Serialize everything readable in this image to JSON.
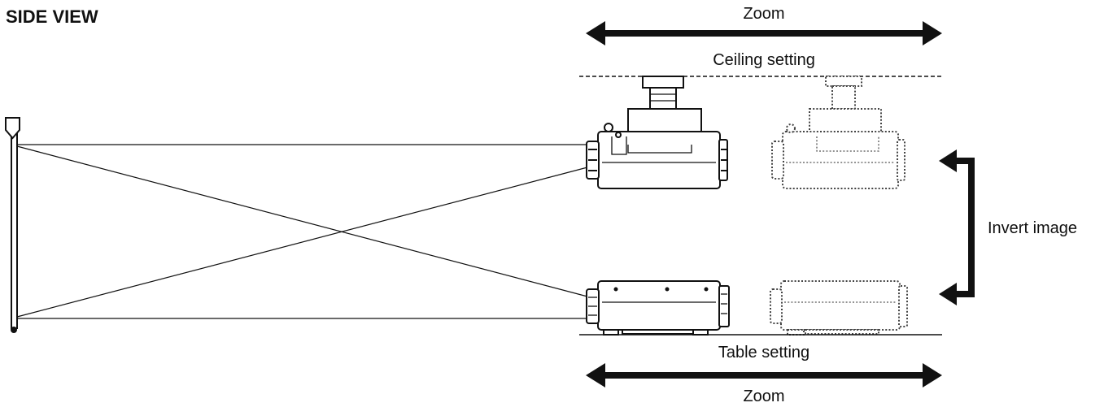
{
  "title": "SIDE VIEW",
  "labels": {
    "zoom_top": "Zoom",
    "zoom_bottom": "Zoom",
    "ceiling": "Ceiling setting",
    "table": "Table setting",
    "invert": "Invert image"
  },
  "colors": {
    "ink": "#111111",
    "ghost": "#444444",
    "background": "#ffffff"
  }
}
